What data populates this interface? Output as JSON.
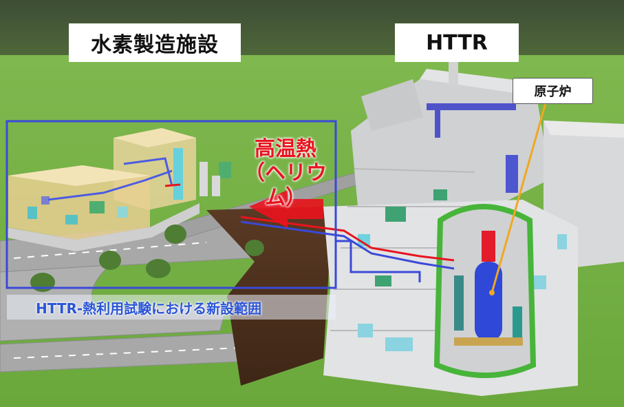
{
  "labels": {
    "hydrogen_facility": "水素製造施設",
    "httr": "HTTR",
    "reactor": "原子炉",
    "heat_line1": "高温熱",
    "heat_line2": "（ヘリウム）",
    "new_range": "HTTR-熱利用試験における新設範囲"
  },
  "colors": {
    "sky": "#5c7b45",
    "grass": "#79b54a",
    "road": "#a5a5a5",
    "highlight_box": "#3a49d8",
    "heat_arrow": "#e8141e",
    "hydrogen_pipe": "#2d4be0",
    "containment_green": "#47b43a",
    "reactor_vessel": "#2f48d8",
    "callout_line": "#f0a820"
  },
  "icons": {
    "arrow": "heat-flow-arrow"
  }
}
